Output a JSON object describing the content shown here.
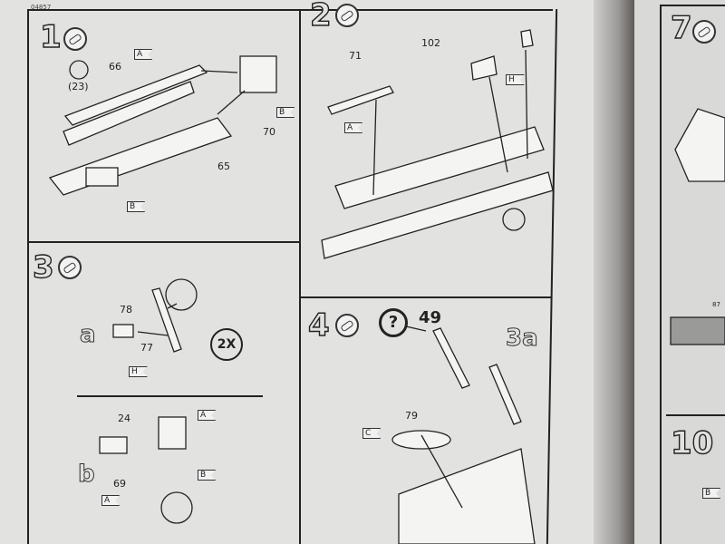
{
  "page_code": "04857",
  "steps": [
    {
      "number": "1",
      "parts": [
        "66",
        "(23)",
        "70",
        "65"
      ],
      "tags": [
        "A",
        "B",
        "B"
      ]
    },
    {
      "number": "2",
      "parts": [
        "71",
        "102"
      ],
      "tags": [
        "A",
        "H"
      ]
    },
    {
      "number": "3",
      "sub_a": "a",
      "sub_b": "b",
      "parts_a": [
        "78",
        "77"
      ],
      "tags_a": [
        "H"
      ],
      "badge": "2X",
      "parts_b": [
        "24",
        "69"
      ],
      "tags_b": [
        "A",
        "A",
        "B"
      ]
    },
    {
      "number": "4",
      "question_ref": "49",
      "sub_ref": "3a",
      "parts": [
        "79"
      ],
      "tags": [
        "C"
      ]
    }
  ],
  "right_page": {
    "steps": [
      "7",
      "10"
    ],
    "parts": [
      "87"
    ],
    "tags": [
      "B"
    ]
  }
}
